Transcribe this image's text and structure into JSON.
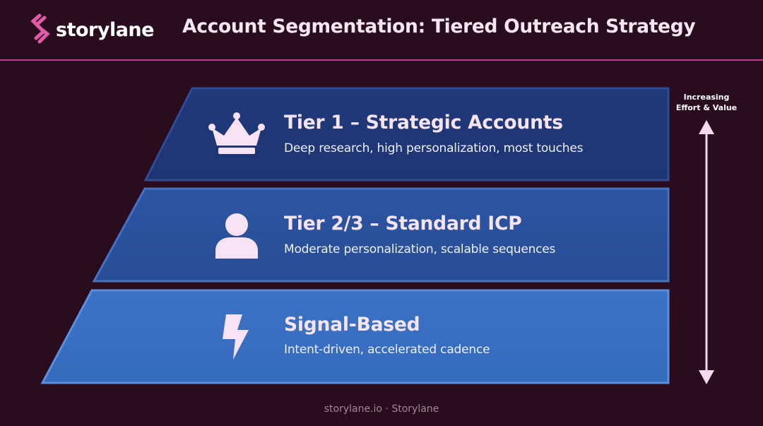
{
  "brand": {
    "name": "storylane",
    "logo_icon": "storylane-logo-icon",
    "accent_color": "#e05aa6"
  },
  "header": {
    "title": "Account Segmentation: Tiered Outreach Strategy"
  },
  "tiers": [
    {
      "icon": "crown-icon",
      "title": "Tier 1 – Strategic Accounts",
      "description": "Deep research, high personalization, most touches",
      "color": "#233e82"
    },
    {
      "icon": "person-icon",
      "title": "Tier 2/3 – Standard ICP",
      "description": "Moderate personalization, scalable sequences",
      "color": "#2f58a4"
    },
    {
      "icon": "lightning-bolt-icon",
      "title": "Signal-Based",
      "description": "Intent-driven, accelerated cadence",
      "color": "#3d74c6"
    }
  ],
  "axis": {
    "label_line1": "Increasing",
    "label_line2": "Effort & Value",
    "arrow_icon": "double-headed-arrow-icon",
    "color": "#f7d8ee"
  },
  "footer": {
    "text": "storylane.io · Storylane"
  }
}
